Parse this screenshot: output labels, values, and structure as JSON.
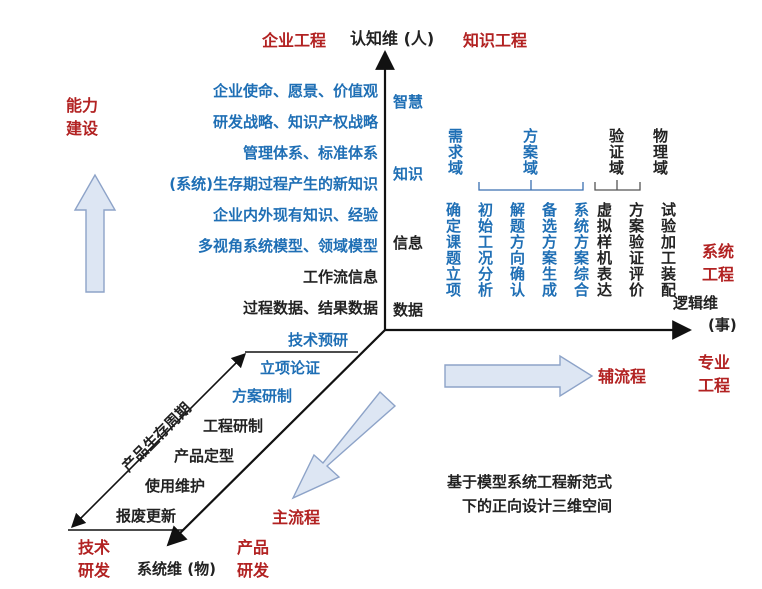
{
  "axes": {
    "cognitive": "认知维 (人)",
    "logic": "逻辑维",
    "logic_unit": "(事)",
    "system": "系统维 (物)"
  },
  "corners": {
    "enterprise_eng": "企业工程",
    "knowledge_eng": "知识工程",
    "capability": [
      "能力",
      "建设"
    ],
    "system_eng": [
      "系统",
      "工程"
    ],
    "special_eng": [
      "专业",
      "工程"
    ],
    "tech_rd": [
      "技术",
      "研发"
    ],
    "product_rd": [
      "产品",
      "研发"
    ]
  },
  "cognitive_levels": [
    "智慧",
    "知识",
    "信息",
    "数据"
  ],
  "knowledge_items": [
    {
      "text": "企业使命、愿景、价值观",
      "color": "blue"
    },
    {
      "text": "研发战略、知识产权战略",
      "color": "blue"
    },
    {
      "text": "管理体系、标准体系",
      "color": "blue"
    },
    {
      "text": "(系统)生存期过程产生的新知识",
      "color": "blue"
    },
    {
      "text": "企业内外现有知识、经验",
      "color": "blue"
    },
    {
      "text": "多视角系统模型、领域模型",
      "color": "blue"
    },
    {
      "text": "工作流信息",
      "color": "black"
    },
    {
      "text": "过程数据、结果数据",
      "color": "black"
    }
  ],
  "domains": {
    "requirement": "需求域",
    "solution": "方案域",
    "verification": "验证域",
    "physical": "物理域"
  },
  "logic_steps": [
    {
      "text": "确定课题立项",
      "color": "blue"
    },
    {
      "text": "初始工况分析",
      "color": "blue"
    },
    {
      "text": "解题方向确认",
      "color": "blue"
    },
    {
      "text": "备选方案生成",
      "color": "blue"
    },
    {
      "text": "系统方案综合",
      "color": "blue"
    },
    {
      "text": "虚拟样机表达",
      "color": "black"
    },
    {
      "text": "方案验证评价",
      "color": "black"
    },
    {
      "text": "试验加工装配",
      "color": "black"
    }
  ],
  "lifecycle": {
    "label": "产品生存周期",
    "stages": [
      {
        "text": "技术预研",
        "color": "blue"
      },
      {
        "text": "立项论证",
        "color": "blue"
      },
      {
        "text": "方案研制",
        "color": "blue"
      },
      {
        "text": "工程研制",
        "color": "black"
      },
      {
        "text": "产品定型",
        "color": "black"
      },
      {
        "text": "使用维护",
        "color": "black"
      },
      {
        "text": "报废更新",
        "color": "black"
      }
    ]
  },
  "flows": {
    "aux": "辅流程",
    "main": "主流程"
  },
  "caption": [
    "基于模型系统工程新范式",
    "下的正向设计三维空间"
  ],
  "colors": {
    "red": "#b22222",
    "blue": "#1f6fb5",
    "black": "#222222",
    "arrow_fill": "#dde6f3",
    "arrow_stroke": "#8da3c8"
  }
}
